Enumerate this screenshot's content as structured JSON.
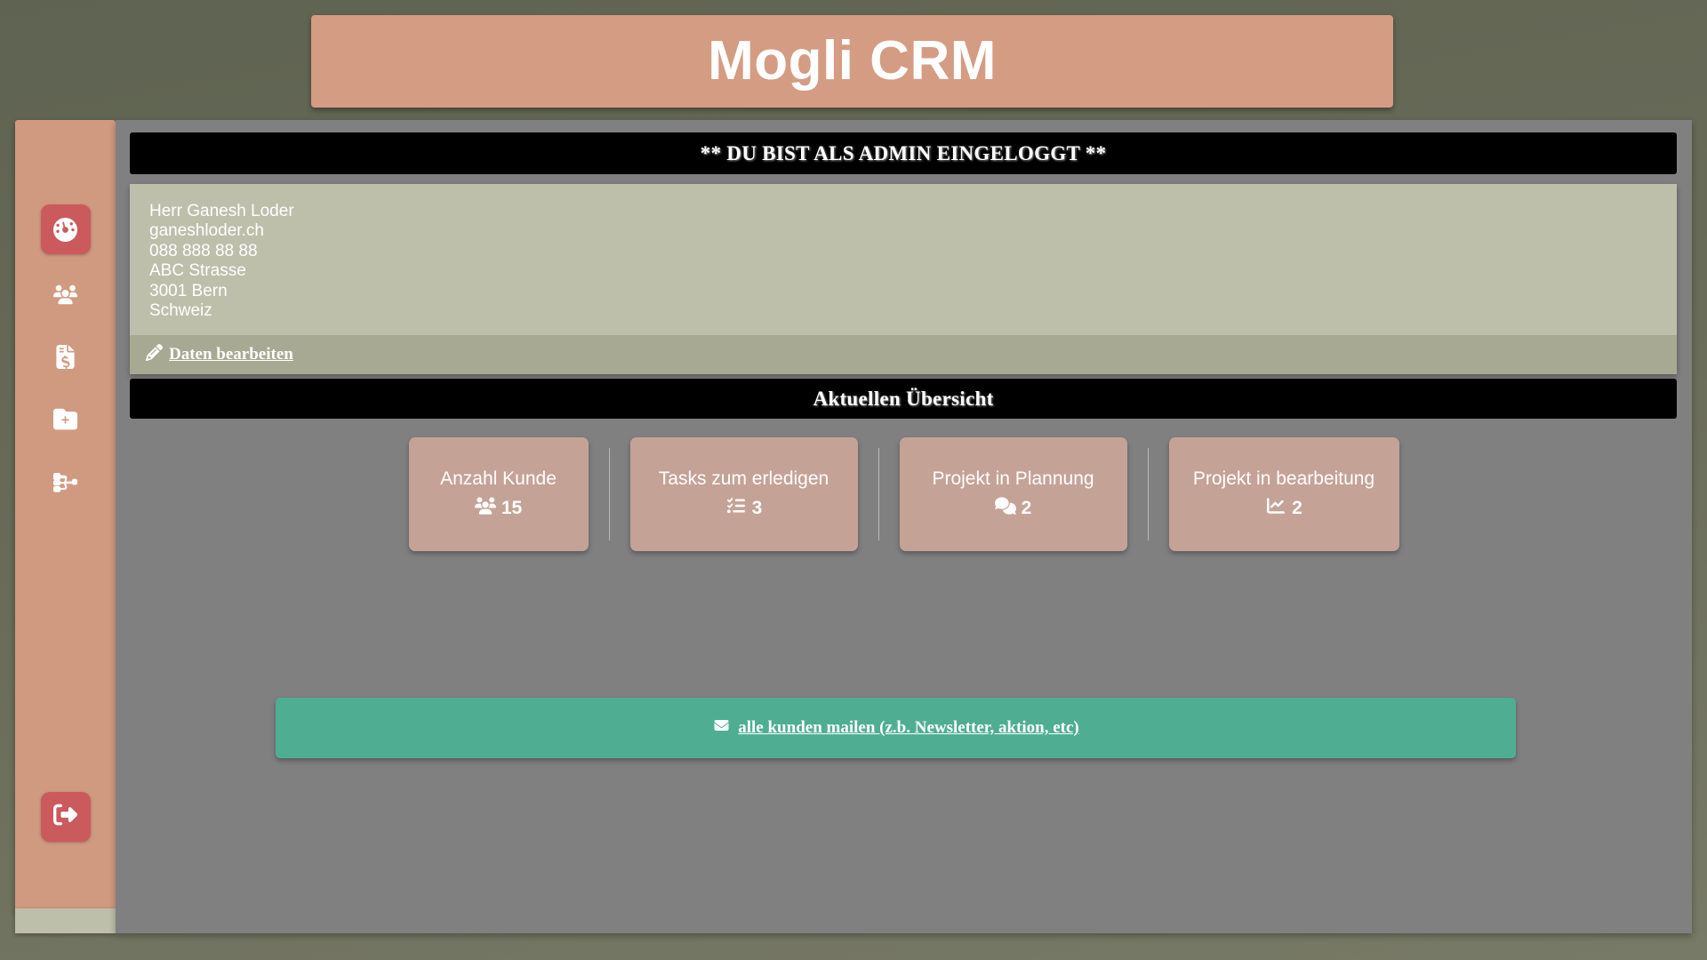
{
  "app": {
    "title": "Mogli CRM",
    "brand_color": "#d49c82",
    "sidebar_color": "#d09a80",
    "accent_red": "#cb5a5d",
    "accent_green": "#4fae92",
    "content_bg": "#808080",
    "page_bg": "#636751"
  },
  "sidebar": {
    "items": [
      {
        "name": "dashboard",
        "icon": "gauge-icon",
        "active": true
      },
      {
        "name": "customers",
        "icon": "users-icon",
        "active": false
      },
      {
        "name": "invoices",
        "icon": "file-invoice-dollar-icon",
        "active": false
      },
      {
        "name": "new-folder",
        "icon": "folder-plus-icon",
        "active": false
      },
      {
        "name": "projects",
        "icon": "project-diagram-icon",
        "active": false
      }
    ],
    "logout": {
      "name": "logout",
      "icon": "sign-out-icon"
    }
  },
  "admin_banner": {
    "text": "** DU BIST ALS ADMIN EINGELOGGT **"
  },
  "customer": {
    "name": "Herr Ganesh Loder",
    "website": "ganeshloder.ch",
    "phone": "088 888 88 88",
    "street": "ABC Strasse",
    "city": "3001 Bern",
    "country": "Schweiz",
    "edit_label": "Daten bearbeiten",
    "edit_icon": "pen-square-icon"
  },
  "overview": {
    "heading": "Aktuellen Übersicht",
    "cards": [
      {
        "label": "Anzahl Kunde",
        "value": "15",
        "icon": "users-icon"
      },
      {
        "label": "Tasks zum erledigen",
        "value": "3",
        "icon": "tasks-icon"
      },
      {
        "label": "Projekt in Plannung",
        "value": "2",
        "icon": "comments-icon"
      },
      {
        "label": "Projekt in bearbeitung",
        "value": "2",
        "icon": "chart-line-icon"
      }
    ]
  },
  "mail_action": {
    "label": "alle kunden mailen (z.b. Newsletter, aktion, etc)",
    "icon": "envelope-icon"
  }
}
